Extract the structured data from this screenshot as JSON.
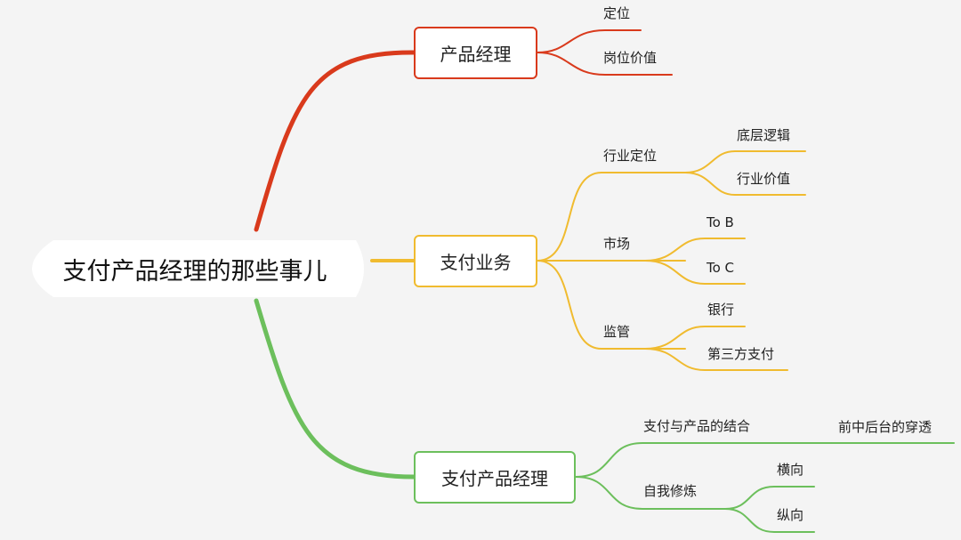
{
  "root": {
    "title": "支付产品经理的那些事儿"
  },
  "colors": {
    "red": "#d93a1c",
    "yellow": "#f0bb2f",
    "green": "#6cbf5c",
    "background": "#f4f4f4"
  },
  "branches": [
    {
      "label": "产品经理",
      "color": "red",
      "children": [
        {
          "label": "定位",
          "children": []
        },
        {
          "label": "岗位价值",
          "children": []
        }
      ]
    },
    {
      "label": "支付业务",
      "color": "yellow",
      "children": [
        {
          "label": "行业定位",
          "children": [
            "底层逻辑",
            "行业价值"
          ]
        },
        {
          "label": "市场",
          "children": [
            "To B",
            "To C"
          ]
        },
        {
          "label": "监管",
          "children": [
            "银行",
            "第三方支付"
          ]
        }
      ]
    },
    {
      "label": "支付产品经理",
      "color": "green",
      "children": [
        {
          "label": "支付与产品的结合",
          "children": [
            "前中后台的穿透"
          ]
        },
        {
          "label": "自我修炼",
          "children": [
            "横向",
            "纵向"
          ]
        }
      ]
    }
  ]
}
